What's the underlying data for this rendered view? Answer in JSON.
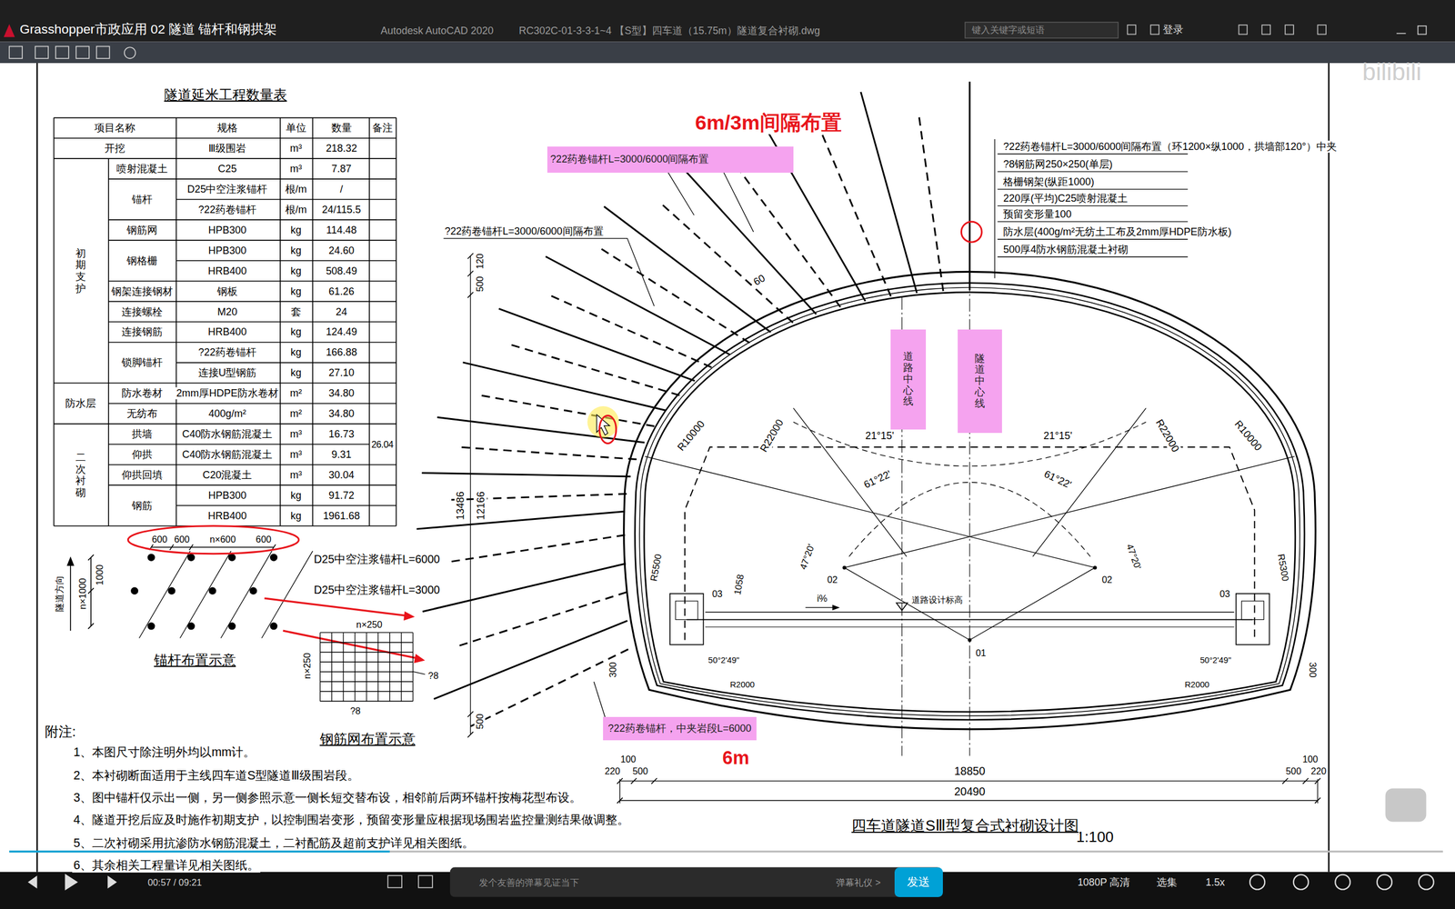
{
  "diagram": {
    "title": "四车道隧道SⅢ型复合式衬砌设计图",
    "nodes": [
      {
        "text": [
          "?22药卷锚杆L=3000/6000间隔布置"
        ]
      },
      {
        "text": [
          "道路中心线"
        ]
      },
      {
        "text": [
          "隧道中心线"
        ]
      },
      {
        "text": [
          "?22药卷锚杆，中夹岩段L=6000"
        ]
      },
      {
        "text": [
          "发送"
        ]
      }
    ],
    "labels": [
      "Grasshopper市政应用 02 隧道 锚杆和钢拱架",
      "Autodesk AutoCAD 2020",
      "RC302C-01-3-3-1~4 【S型】四车道（15.75m）隧道复合衬砌.dwg",
      "键入关键字或短语",
      "登录",
      "隧道延米工程数量表",
      "项目名称",
      "规格",
      "单位",
      "数量",
      "备注",
      "开挖",
      "Ⅲ级围岩",
      "m³",
      "218.32",
      "初期支护",
      "喷射混凝土",
      "C25",
      "m³",
      "7.87",
      "锚杆",
      "D25中空注浆锚杆",
      "根/m",
      "/",
      "?22药卷锚杆",
      "根/m",
      "24/115.5",
      "钢筋网",
      "HPB300",
      "kg",
      "114.48",
      "钢格栅",
      "HPB300",
      "kg",
      "24.60",
      "HRB400",
      "kg",
      "508.49",
      "钢架连接钢材",
      "钢板",
      "kg",
      "61.26",
      "连接螺栓",
      "M20",
      "套",
      "24",
      "连接钢筋",
      "HRB400",
      "kg",
      "124.49",
      "锁脚锚杆",
      "?22药卷锚杆",
      "kg",
      "166.88",
      "连接U型钢筋",
      "kg",
      "27.10",
      "防水层",
      "防水卷材",
      "2mm厚HDPE防水卷材",
      "m²",
      "34.80",
      "无纺布",
      "400g/m²",
      "m²",
      "34.80",
      "二次衬砌",
      "拱墙",
      "C40防水钢筋混凝土",
      "m³",
      "16.73",
      "26.04",
      "仰拱",
      "C40防水钢筋混凝土",
      "m³",
      "9.31",
      "仰拱回填",
      "C20混凝土",
      "m³",
      "30.04",
      "钢筋",
      "HPB300",
      "kg",
      "91.72",
      "HRB400",
      "kg",
      "1961.68",
      "600",
      "600",
      "n×600",
      "600",
      "隧道方向",
      "n×1000",
      "1000",
      "锚杆布置示意",
      "D25中空注浆锚杆L=6000",
      "D25中空注浆锚杆L=3000",
      "n×250",
      "n×250",
      "?8",
      "?8",
      "钢筋网布置示意",
      "附注:",
      "1、本图尺寸除注明外均以mm计。",
      "2、本衬砌断面适用于主线四车道S型隧道Ⅲ级围岩段。",
      "3、图中锚杆仅示出一侧，另一侧参照示意一侧长短交替布设，相邻前后两环锚杆按梅花型布设。",
      "4、隧道开挖后应及时施作初期支护，以控制围岩变形，预留变形量应根据现场围岩监控量测结果做调整。",
      "5、二次衬砌采用抗渗防水钢筋混凝土，二衬配筋及超前支护详见相关图纸。",
      "6、其余相关工程量详见相关图纸。",
      "6m/3m间隔布置",
      "?22药卷锚杆L=3000/6000间隔布置",
      "60",
      "?22药卷锚杆L=3000/6000间隔布置（环1200×纵1000，拱墙部120°）中夹",
      "?8钢筋网250×250(单层)",
      "格栅钢架(纵距1000)",
      "220厚(平均)C25喷射混凝土",
      "预留变形量100",
      "防水层(400g/m²无纺土工布及2mm厚HDPE防水板)",
      "500厚4防水钢筋混凝土衬砌",
      "500",
      "120",
      "13486",
      "12166",
      "500",
      "R22000",
      "R22000",
      "21°15'",
      "21°15'",
      "61°22'",
      "61°22'",
      "R10000",
      "R10000",
      "47°20'",
      "47°20'",
      "02",
      "02",
      "03",
      "03",
      "1058",
      "i%",
      "道路设计标高",
      "01",
      "R5500",
      "R5300",
      "50°2'49\"",
      "50°2'49\"",
      "R2000",
      "R2000",
      "300",
      "300",
      "6m",
      "100",
      "220",
      "500",
      "18850",
      "100",
      "500",
      "220",
      "20490",
      "1:100",
      "00:57 / 09:21",
      "发个友善的弹幕见证当下",
      "弹幕礼仪 >",
      "1080P 高清",
      "选集",
      "1.5x",
      "bilibili"
    ]
  }
}
